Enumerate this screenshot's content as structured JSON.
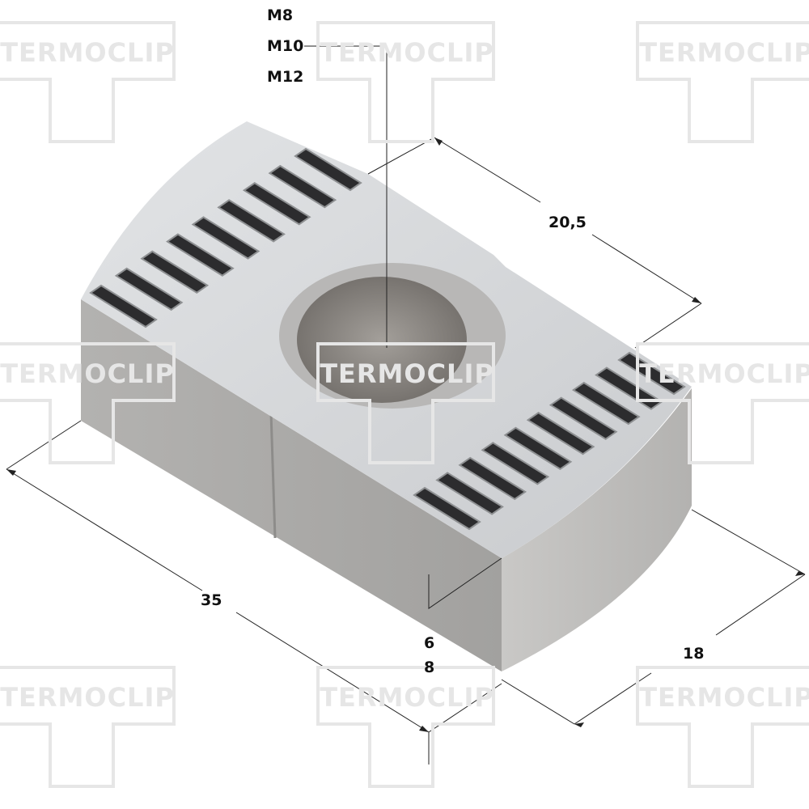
{
  "watermark": {
    "text": "TERMOCLIP"
  },
  "thread_sizes": [
    "M8",
    "M10",
    "M12"
  ],
  "dimensions": {
    "length": "35",
    "width_top": "20,5",
    "width_bottom": "18",
    "height_a": "6",
    "height_b": "8"
  },
  "colors": {
    "line": "#222222",
    "watermark": "#e6e6e6",
    "metal_top": "#d4d6d8",
    "metal_side": "#a9a8a6"
  }
}
